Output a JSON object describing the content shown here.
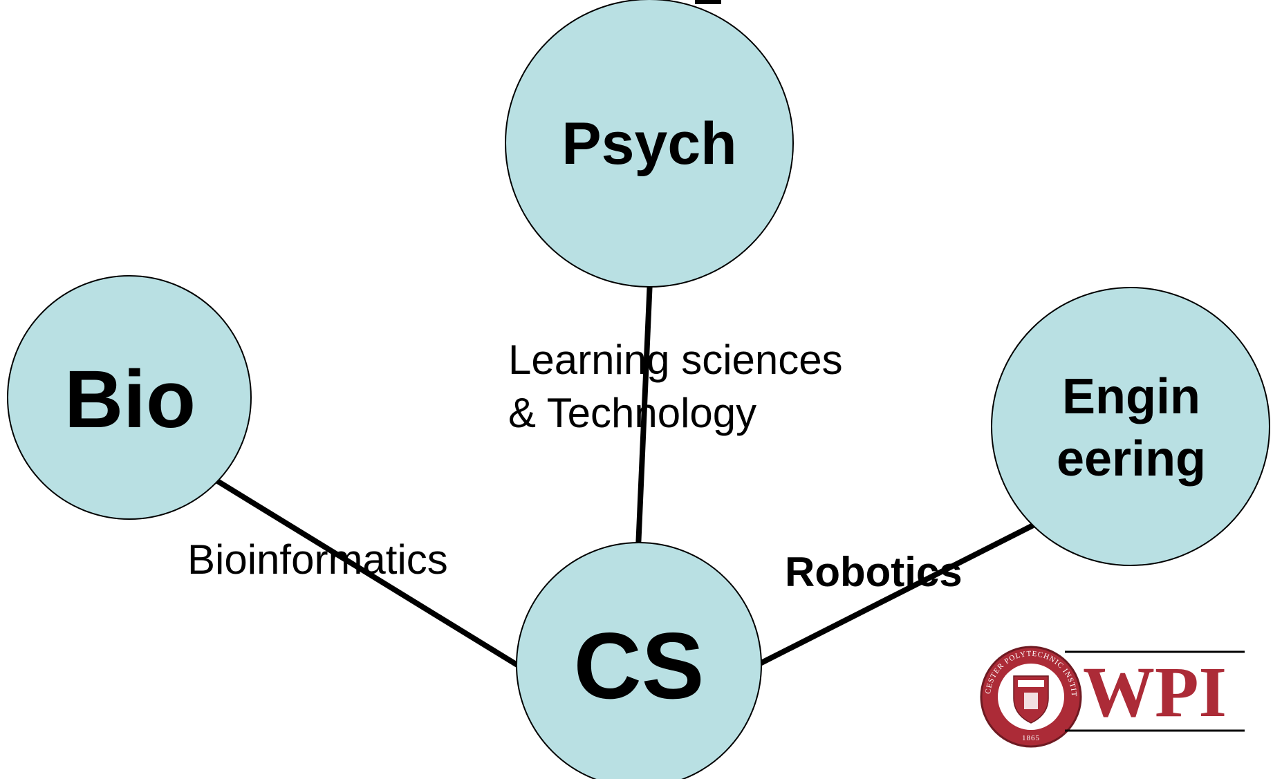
{
  "nodes": {
    "psych": "Psych",
    "bio": "Bio",
    "engineering_line1": "Engin",
    "engineering_line2": "eering",
    "cs": "CS"
  },
  "edges": {
    "learning_line1": "Learning sciences",
    "learning_line2": "& Technology",
    "bioinformatics": "Bioinformatics",
    "robotics": "Robotics"
  },
  "logo": {
    "wordmark": "WPI",
    "seal_text": "WORCESTER POLYTECHNIC INSTITUTE",
    "seal_year": "1865"
  },
  "colors": {
    "circle_fill": "#b9e0e3",
    "robotics_text": "#ff0000",
    "wpi_red": "#ac2b37"
  }
}
